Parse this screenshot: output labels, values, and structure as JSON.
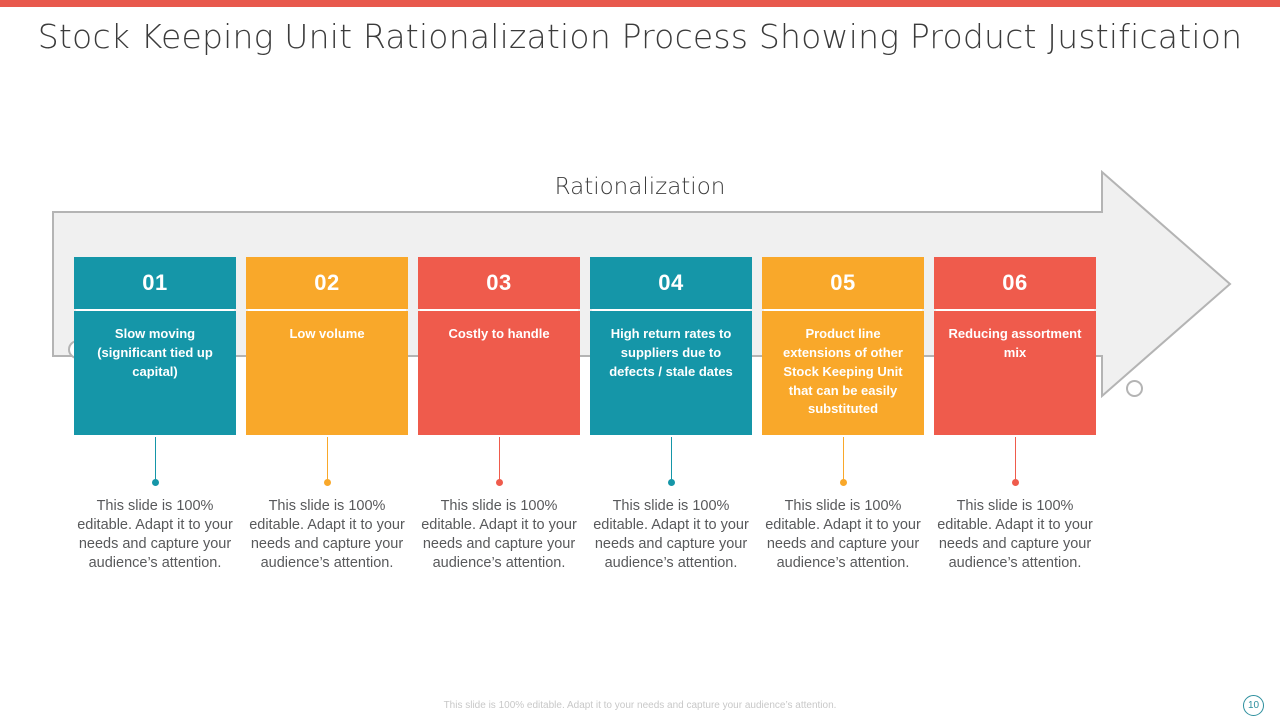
{
  "theme": {
    "accent_bar": "#e8594d",
    "teal": "#1596a8",
    "orange": "#f9a82a",
    "red": "#ef5b4c",
    "arrow_fill": "#f0f0f0",
    "arrow_stroke": "#b4b4b4",
    "text_dark": "#3b3b3b",
    "caption_gray": "#58595b"
  },
  "header": {
    "title": "Stock Keeping Unit  Rationalization Process Showing Product Justification"
  },
  "diagram": {
    "arrow_label": "Rationalization",
    "steps": [
      {
        "number": "01",
        "title": "Slow moving (significant tied up capital)",
        "color": "#1596a8",
        "caption": "This slide is 100% editable.  Adapt it to your needs and capture your audience’s attention."
      },
      {
        "number": "02",
        "title": "Low volume",
        "color": "#f9a82a",
        "caption": "This slide is 100% editable.  Adapt it to your needs and capture your audience’s attention."
      },
      {
        "number": "03",
        "title": "Costly  to handle",
        "color": "#ef5b4c",
        "caption": "This slide is 100% editable.  Adapt it to your needs and capture your audience’s attention."
      },
      {
        "number": "04",
        "title": "High return rates to suppliers due to defects / stale dates",
        "color": "#1596a8",
        "caption": "This slide is 100% editable.  Adapt it to your needs and capture your audience’s attention."
      },
      {
        "number": "05",
        "title": "Product line extensions  of other Stock  Keeping Unit that can be easily substituted",
        "color": "#f9a82a",
        "caption": "This slide is 100% editable.  Adapt it to your needs and capture your audience’s attention."
      },
      {
        "number": "06",
        "title": "Reducing assortment  mix",
        "color": "#ef5b4c",
        "caption": "This slide is 100% editable.  Adapt it to your needs and capture your audience’s attention."
      }
    ]
  },
  "footer": {
    "note": "This slide is 100% editable.  Adapt it to your needs and capture your audience’s attention.",
    "page_number": "10"
  }
}
